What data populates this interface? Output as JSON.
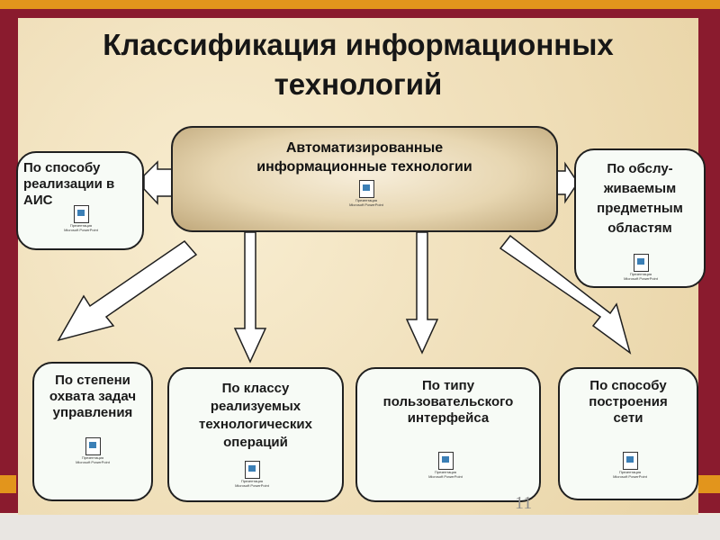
{
  "title": "Классификация информационных технологий",
  "center": {
    "label": "Автоматизированные информационные технологии"
  },
  "boxes": {
    "implementation": "По способу реализации в АИС",
    "subject_areas": "По обслу-живаемым предметным областям",
    "task_coverage": "По степени охвата задач управления",
    "operations_class": "По классу реализуемых технологических операций",
    "interface_type": "По типу пользовательского интерфейса",
    "network_method": "По способу построения сети"
  },
  "icon_caption": {
    "line1": "Презентация",
    "line2": "Microsoft PowerPoint"
  },
  "page_number": "11",
  "colors": {
    "frame": "#8a1b2e",
    "accent": "#e2951c",
    "box_fill": "#f7fbf6"
  }
}
